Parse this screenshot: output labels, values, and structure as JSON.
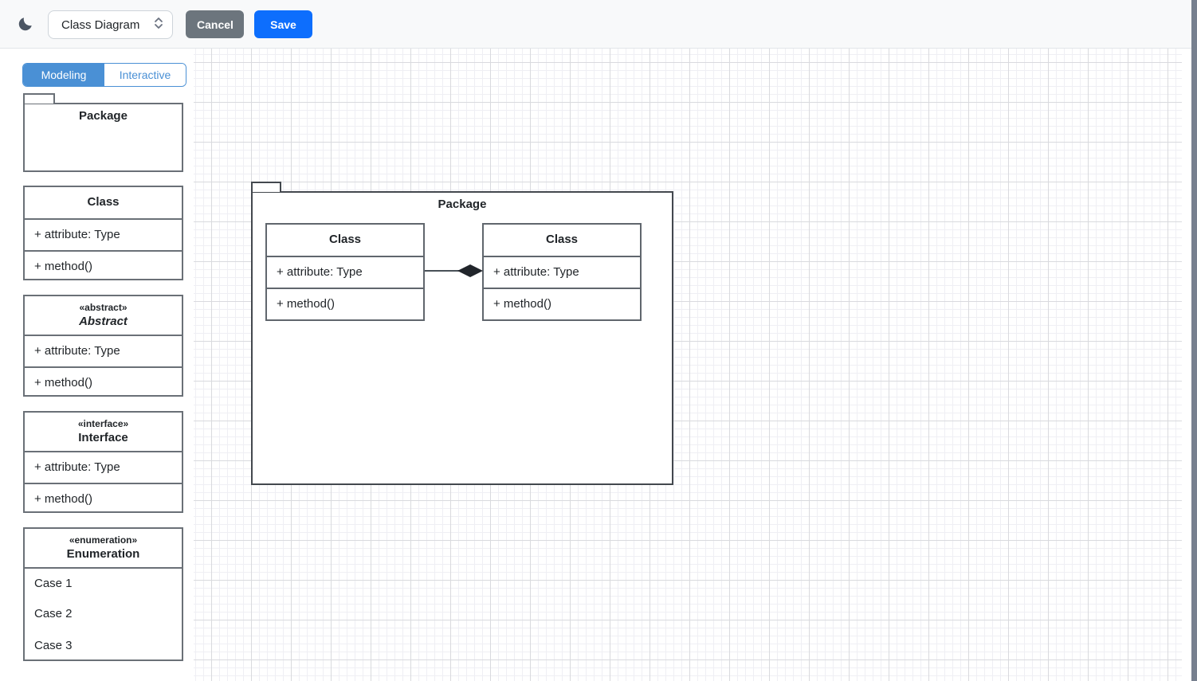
{
  "colors": {
    "accent_blue": "#4a90d5",
    "save_blue": "#0d6efd",
    "cancel_gray": "#6c757d",
    "node_border": "#60666d",
    "diamond_fill": "#21252b"
  },
  "header": {
    "diagram_select": {
      "value": "Class Diagram"
    },
    "cancel_label": "Cancel",
    "save_label": "Save"
  },
  "sidebar": {
    "tabs": [
      {
        "label": "Modeling",
        "active": true
      },
      {
        "label": "Interactive",
        "active": false
      }
    ],
    "palette": {
      "package": {
        "title": "Package"
      },
      "class": {
        "title": "Class",
        "rows": [
          "+ attribute: Type",
          "+ method()"
        ]
      },
      "abstract": {
        "stereotype": "«abstract»",
        "title": "Abstract",
        "rows": [
          "+ attribute: Type",
          "+ method()"
        ]
      },
      "interface": {
        "stereotype": "«interface»",
        "title": "Interface",
        "rows": [
          "+ attribute: Type",
          "+ method()"
        ]
      },
      "enumeration": {
        "stereotype": "«enumeration»",
        "title": "Enumeration",
        "cases": [
          "Case 1",
          "Case 2",
          "Case 3"
        ]
      }
    }
  },
  "canvas": {
    "package": {
      "title": "Package"
    },
    "nodes": [
      {
        "title": "Class",
        "rows": [
          "+ attribute: Type",
          "+ method()"
        ]
      },
      {
        "title": "Class",
        "rows": [
          "+ attribute: Type",
          "+ method()"
        ]
      }
    ],
    "connector": {
      "kind": "composition-diamond"
    }
  }
}
